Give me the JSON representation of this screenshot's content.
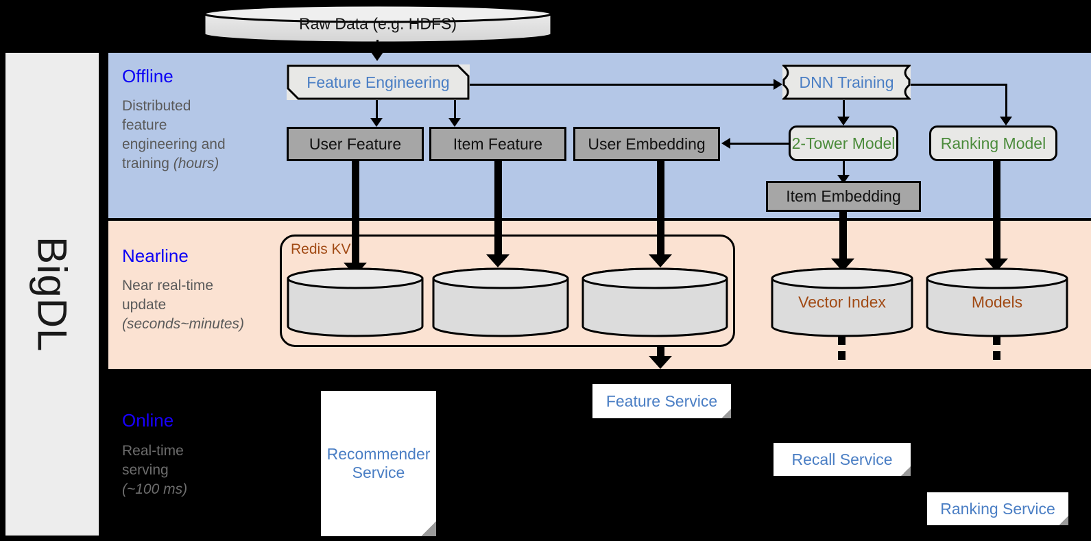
{
  "rail": {
    "label": "BigDL"
  },
  "colors": {
    "offline_band": "#b4c7e7",
    "nearline_band": "#fbe2d2",
    "online_band": "#000000",
    "rail": "#ededed",
    "band_title": "#0b00f5",
    "band_sub": "#5a5a5a",
    "gray_box": "#a6a6a6",
    "proc_box": "#e8e8e6",
    "blue_text": "#4a7ec4",
    "green_text": "#4b8b3b",
    "redis_label": "#a14a14",
    "cylinder_label": "#a14a14"
  },
  "top": {
    "raw_data": "Raw Data (e.g. HDFS)"
  },
  "bands": [
    {
      "id": "offline",
      "title": "Offline",
      "subtitle_lines": [
        "Distributed",
        "feature",
        "engineering and",
        "training "
      ],
      "subtitle_italic": "(hours)"
    },
    {
      "id": "nearline",
      "title": "Nearline",
      "subtitle_lines": [
        "Near real-time",
        "update "
      ],
      "subtitle_italic": "(seconds~minutes)"
    },
    {
      "id": "online",
      "title": "Online",
      "subtitle_lines": [
        "Real-time",
        "serving "
      ],
      "subtitle_italic": "(~100 ms)"
    }
  ],
  "offline_nodes": {
    "feature_engineering": "Feature Engineering",
    "dnn_training": "DNN Training",
    "user_feature": "User Feature",
    "item_feature": "Item Feature",
    "user_embedding": "User Embedding",
    "two_tower_model": "2-Tower Model",
    "ranking_model": "Ranking Model",
    "item_embedding": "Item Embedding"
  },
  "nearline_nodes": {
    "redis_kv": "Redis KV",
    "store_1": "",
    "store_2": "",
    "store_3": "",
    "vector_index": "Vector Index",
    "models": "Models"
  },
  "online_nodes": {
    "recommender_service": "Recommender Service",
    "feature_service": "Feature Service",
    "recall_service": "Recall Service",
    "ranking_service": "Ranking Service"
  }
}
